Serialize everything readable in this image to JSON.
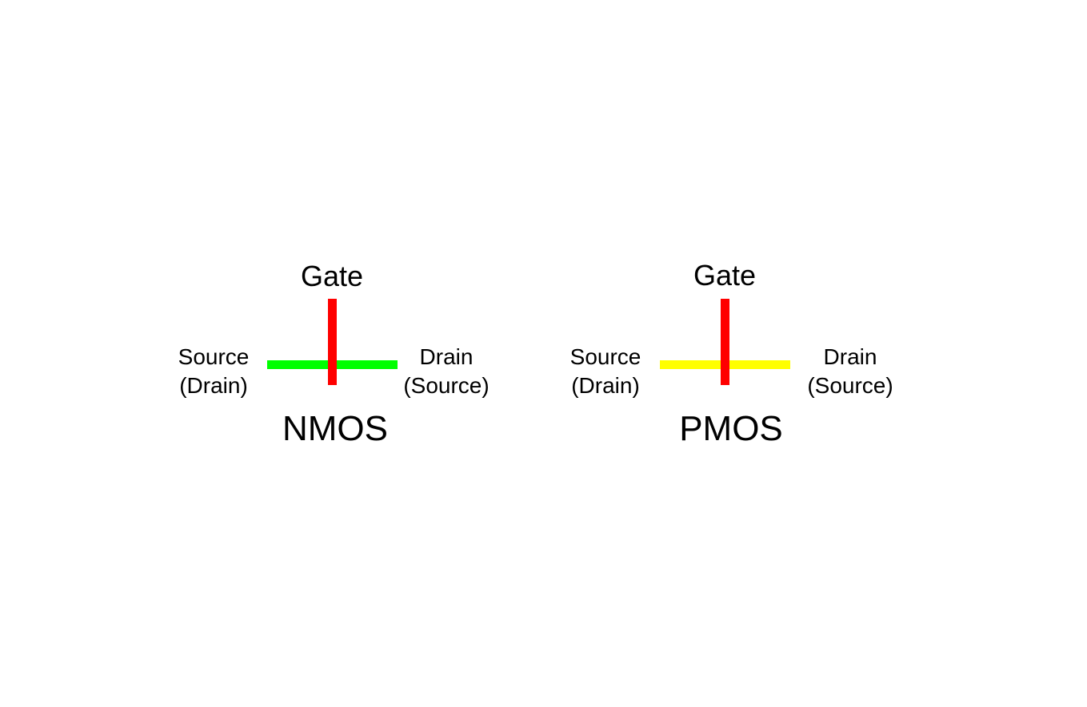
{
  "transistors": [
    {
      "name": "NMOS",
      "gate_label": "Gate",
      "left_label_top": "Source",
      "left_label_bottom": "(Drain)",
      "right_label_top": "Drain",
      "right_label_bottom": "(Source)",
      "channel_color": "#00ff00",
      "gate_color": "#ff0000"
    },
    {
      "name": "PMOS",
      "gate_label": "Gate",
      "left_label_top": "Source",
      "left_label_bottom": "(Drain)",
      "right_label_top": "Drain",
      "right_label_bottom": "(Source)",
      "channel_color": "#ffff00",
      "gate_color": "#ff0000"
    }
  ]
}
